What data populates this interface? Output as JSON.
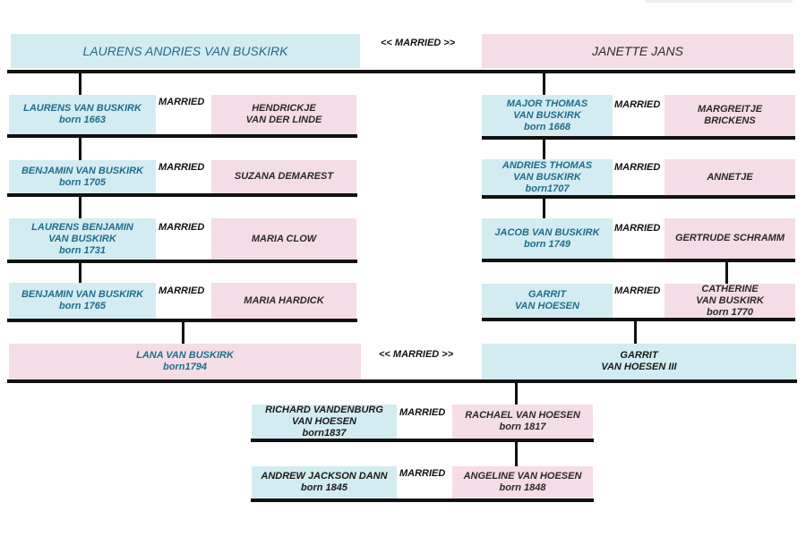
{
  "married_label": "MARRIED",
  "married_arrows_label": "<< MARRIED >>",
  "top": {
    "husband": "LAURENS ANDRIES VAN BUSKIRK",
    "wife": "JANETTE JANS"
  },
  "left": [
    {
      "man": {
        "name": "LAURENS VAN BUSKIRK",
        "born": "born 1663"
      },
      "woman": {
        "name": "HENDRICKJE\nVAN DER LINDE",
        "born": ""
      }
    },
    {
      "man": {
        "name": "BENJAMIN VAN BUSKIRK",
        "born": "born 1705"
      },
      "woman": {
        "name": "SUZANA DEMAREST",
        "born": ""
      }
    },
    {
      "man": {
        "name": "LAURENS BENJAMIN\nVAN BUSKIRK",
        "born": "born 1731"
      },
      "woman": {
        "name": "MARIA CLOW",
        "born": ""
      }
    },
    {
      "man": {
        "name": "BENJAMIN VAN BUSKIRK",
        "born": "born 1765"
      },
      "woman": {
        "name": "MARIA HARDICK",
        "born": ""
      }
    }
  ],
  "right": [
    {
      "man": {
        "name": "MAJOR THOMAS\nVAN BUSKIRK",
        "born": "born 1668"
      },
      "woman": {
        "name": "MARGREITJE\nBRICKENS",
        "born": ""
      }
    },
    {
      "man": {
        "name": "ANDRIES THOMAS\nVAN BUSKIRK",
        "born": "born1707"
      },
      "woman": {
        "name": "ANNETJE",
        "born": ""
      }
    },
    {
      "man": {
        "name": "JACOB VAN BUSKIRK",
        "born": "born 1749"
      },
      "woman": {
        "name": "GERTRUDE SCHRAMM",
        "born": ""
      }
    },
    {
      "man": {
        "name": "GARRIT\nVAN HOESEN",
        "born": ""
      },
      "woman": {
        "name": "CATHERINE\nVAN BUSKIRK",
        "born": "born 1770"
      }
    }
  ],
  "union": {
    "wife": {
      "name": "LANA VAN BUSKIRK",
      "born": "born1794"
    },
    "husband": {
      "name": "GARRIT\nVAN HOESEN III",
      "born": ""
    }
  },
  "bottom": [
    {
      "man": {
        "name": "RICHARD VANDENBURG\nVAN HOESEN",
        "born": "born1837"
      },
      "woman": {
        "name": "RACHAEL VAN HOESEN",
        "born": "born 1817"
      }
    },
    {
      "man": {
        "name": "ANDREW JACKSON DANN",
        "born": "born 1845"
      },
      "woman": {
        "name": "ANGELINE VAN HOESEN",
        "born": "born 1848"
      }
    }
  ]
}
